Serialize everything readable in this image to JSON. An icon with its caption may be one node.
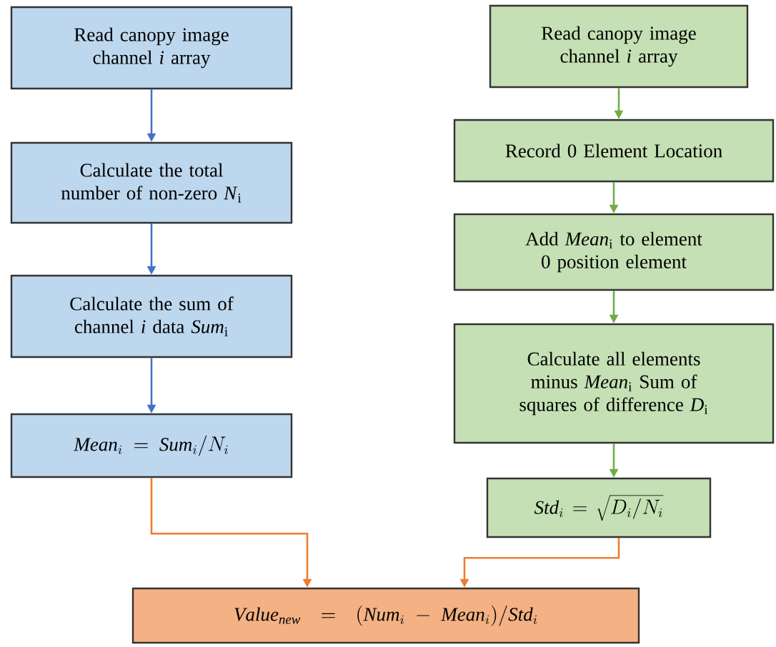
{
  "diagram": {
    "nodes": [
      {
        "text": [
          "Read canopy image channel *i* array"
        ]
      },
      {
        "text": [
          "Calculate the total number of non-zero *N*$_{i}$"
        ]
      },
      {
        "text": [
          "Calculate the sum of channel *i* data *Sum*$_{i}$"
        ]
      },
      {
        "text": [
          "\\mathit{Mean}_i\\!=\\!\\mathit{Sum}_i/N_i"
        ]
      },
      {
        "text": [
          "Read canopy image channel *i* array"
        ]
      },
      {
        "text": [
          "Record 0 Element Location"
        ]
      },
      {
        "text": [
          "Add *Mean*$_{i}$ to element 0 position element"
        ]
      },
      {
        "text": [
          "Calculate all elements minus *Mean*$_{i}$ Sum of squares of difference *D*$_{i}$"
        ]
      },
      {
        "text": [
          "\\mathit{Std}_i\\!=\\!\\sqrt{D_i/N_i}"
        ]
      },
      {
        "text": [
          "\\mathit{Value}_{\\mathit{new}} = (\\mathit{Num}_i-\\mathit{Mean}_i)/\\mathit{Std}_i"
        ]
      }
    ],
    "edges": [
      {
        "from": 0,
        "to": 1,
        "arrow": "to",
        "color": "#4472c4"
      },
      {
        "from": 1,
        "to": 2,
        "arrow": "to",
        "color": "#4472c4"
      },
      {
        "from": 2,
        "to": 3,
        "arrow": "to",
        "color": "#4472c4"
      },
      {
        "from": 4,
        "to": 5,
        "arrow": "to"
      },
      {
        "from": 5,
        "to": 6,
        "arrow": "to"
      },
      {
        "from": 6,
        "to": 7,
        "arrow": "to"
      },
      {
        "from": 7,
        "to": 8,
        "arrow": "to"
      },
      {
        "from": 3,
        "to": 9,
        "arrow": "to",
        "color": "#ed7d31"
      },
      {
        "from": 8,
        "to": 9,
        "arrow": "to",
        "color": "#ed7d31"
      }
    ]
  }
}
